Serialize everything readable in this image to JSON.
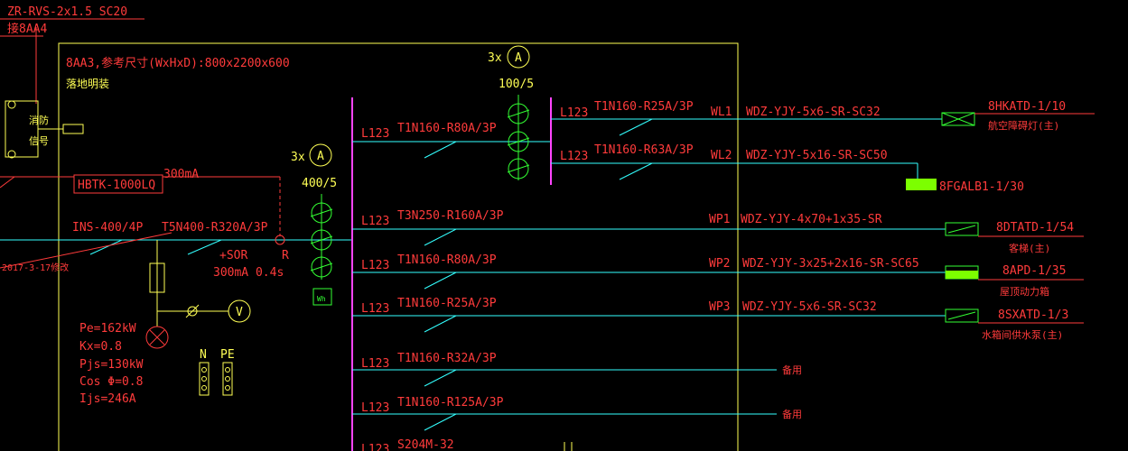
{
  "colors": {
    "bg": "#000000",
    "red": "#ff3b3b",
    "yellow": "#ffff55",
    "green": "#33ff33",
    "cyan": "#33ffff",
    "magenta": "#ff44ff",
    "white": "#ffffff",
    "fillGreen": "#7cff00"
  },
  "top": {
    "cable": "ZR-RVS-2x1.5 SC20",
    "dest": "接8AA4"
  },
  "cabinet": {
    "title": "8AA3,参考尺寸(WxHxD):800x2200x600",
    "mount": "落地明装"
  },
  "fire": {
    "line1": "消防",
    "line2": "信号"
  },
  "hbtk": {
    "label": "HBTK-1000LQ",
    "ma": "300mA"
  },
  "incoming": {
    "switch": "INS-400/4P",
    "breaker": "T5N400-R320A/3P",
    "sor": "+SOR",
    "sor_ma": "300mA 0.4s",
    "r_label": "R",
    "date": "2017-3-17修改"
  },
  "ammeter": {
    "x3": "3x",
    "a": "A",
    "ct": "400/5",
    "x3b": "3x",
    "ct2": "100/5",
    "wh": "Wh",
    "v": "V"
  },
  "calc": [
    "Pe=162kW",
    "Kx=0.8",
    "Pjs=130kW",
    "Cos Φ=0.8",
    "Ijs=246A"
  ],
  "terminals": {
    "n": "N",
    "pe": "PE"
  },
  "circuits": [
    {
      "phase": "L123",
      "breaker": "T1N160-R80A/3P"
    },
    {
      "phase": "L123",
      "breaker": "T3N250-R160A/3P",
      "wp": "WP1",
      "cable": "WDZ-YJY-4x70+1x35-SR",
      "dest": "8DTATD-1/54",
      "note": "客梯(主)"
    },
    {
      "phase": "L123",
      "breaker": "T1N160-R80A/3P",
      "wp": "WP2",
      "cable": "WDZ-YJY-3x25+2x16-SR-SC65",
      "dest": "8APD-1/35",
      "note": "屋顶动力箱"
    },
    {
      "phase": "L123",
      "breaker": "T1N160-R25A/3P",
      "wp": "WP3",
      "cable": "WDZ-YJY-5x6-SR-SC32",
      "dest": "8SXATD-1/3",
      "note": "水箱间供水泵(主)"
    },
    {
      "phase": "L123",
      "breaker": "T1N160-R32A/3P",
      "note": "备用"
    },
    {
      "phase": "L123",
      "breaker": "T1N160-R125A/3P",
      "note": "备用"
    },
    {
      "phase": "L123",
      "breaker": "S204M-32"
    }
  ],
  "sub": [
    {
      "phase": "L123",
      "breaker": "T1N160-R25A/3P",
      "wl": "WL1",
      "cable": "WDZ-YJY-5x6-SR-SC32",
      "dest": "8HKATD-1/10",
      "note": "航空障碍灯(主)"
    },
    {
      "phase": "L123",
      "breaker": "T1N160-R63A/3P",
      "wl": "WL2",
      "cable": "WDZ-YJY-5x16-SR-SC50",
      "dest": "8FGALB1-1/30"
    }
  ]
}
